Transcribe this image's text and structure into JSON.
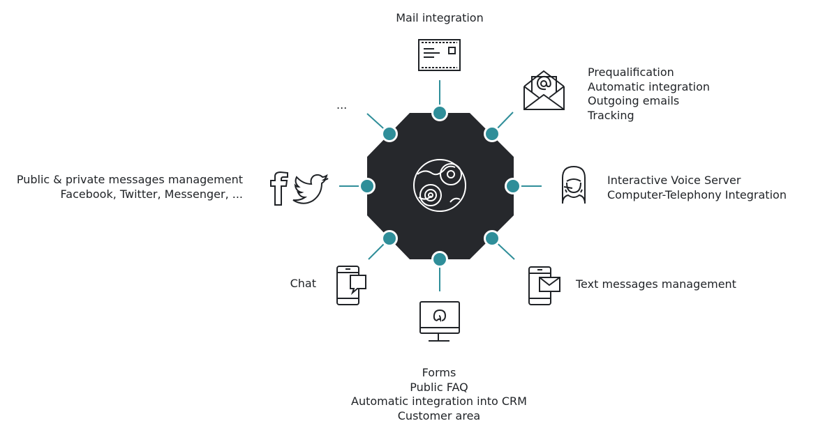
{
  "colors": {
    "hub": "#26282c",
    "node": "#2f8e99",
    "line": "#2f8e99",
    "text": "#1f2226",
    "icon": "#1f2226"
  },
  "channels": {
    "mail": {
      "lines": [
        "Mail integration"
      ],
      "icon": "letter-icon"
    },
    "email": {
      "lines": [
        "Prequalification",
        "Automatic integration",
        "Outgoing emails",
        "Tracking"
      ],
      "icon": "open-envelope-at-icon"
    },
    "voice": {
      "lines": [
        "Interactive Voice Server",
        "Computer-Telephony Integration"
      ],
      "icon": "call-center-agent-icon"
    },
    "sms": {
      "lines": [
        "Text messages management"
      ],
      "icon": "phone-message-icon"
    },
    "forms": {
      "lines": [
        "Forms",
        "Public FAQ",
        "Automatic integration into CRM",
        "Customer area"
      ],
      "icon": "monitor-at-icon"
    },
    "chat": {
      "lines": [
        "Chat"
      ],
      "icon": "phone-chat-icon"
    },
    "social": {
      "lines": [
        "Public & private messages management",
        "Facebook, Twitter, Messenger, ..."
      ],
      "icon": "facebook-twitter-icon"
    },
    "other": {
      "lines": [
        "..."
      ],
      "icon": ""
    }
  },
  "hub": {
    "icon": "gears-globe-icon"
  }
}
